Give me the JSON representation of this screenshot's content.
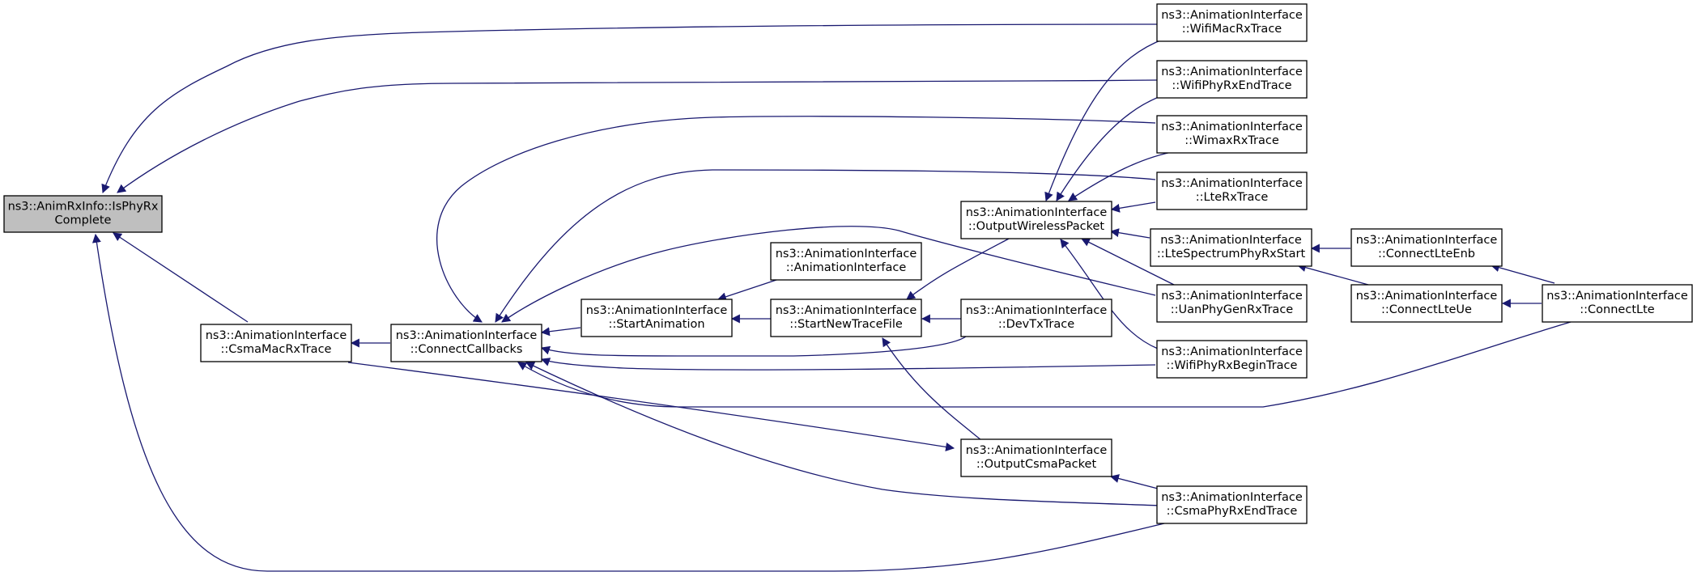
{
  "graph": {
    "edge_color": "#191970",
    "current_node_fill": "#bfbfbf",
    "nodes": {
      "isphyrx": {
        "line1": "ns3::AnimRxInfo::IsPhyRx",
        "line2": "Complete",
        "current": true
      },
      "csmamac": {
        "line1": "ns3::AnimationInterface",
        "line2": "::CsmaMacRxTrace"
      },
      "connectcb": {
        "line1": "ns3::AnimationInterface",
        "line2": "::ConnectCallbacks"
      },
      "startanim": {
        "line1": "ns3::AnimationInterface",
        "line2": "::StartAnimation"
      },
      "animiface": {
        "line1": "ns3::AnimationInterface",
        "line2": "::AnimationInterface"
      },
      "newtrace": {
        "line1": "ns3::AnimationInterface",
        "line2": "::StartNewTraceFile"
      },
      "devtx": {
        "line1": "ns3::AnimationInterface",
        "line2": "::DevTxTrace"
      },
      "wirelesspkt": {
        "line1": "ns3::AnimationInterface",
        "line2": "::OutputWirelessPacket"
      },
      "csmapkt": {
        "line1": "ns3::AnimationInterface",
        "line2": "::OutputCsmaPacket"
      },
      "wifimac": {
        "line1": "ns3::AnimationInterface",
        "line2": "::WifiMacRxTrace"
      },
      "wifiphyend": {
        "line1": "ns3::AnimationInterface",
        "line2": "::WifiPhyRxEndTrace"
      },
      "wimax": {
        "line1": "ns3::AnimationInterface",
        "line2": "::WimaxRxTrace"
      },
      "lterx": {
        "line1": "ns3::AnimationInterface",
        "line2": "::LteRxTrace"
      },
      "ltespec": {
        "line1": "ns3::AnimationInterface",
        "line2": "::LteSpectrumPhyRxStart"
      },
      "uan": {
        "line1": "ns3::AnimationInterface",
        "line2": "::UanPhyGenRxTrace"
      },
      "wifiphybegin": {
        "line1": "ns3::AnimationInterface",
        "line2": "::WifiPhyRxBeginTrace"
      },
      "csmaphyend": {
        "line1": "ns3::AnimationInterface",
        "line2": "::CsmaPhyRxEndTrace"
      },
      "ltenb": {
        "line1": "ns3::AnimationInterface",
        "line2": "::ConnectLteEnb"
      },
      "lteue": {
        "line1": "ns3::AnimationInterface",
        "line2": "::ConnectLteUe"
      },
      "connectlte": {
        "line1": "ns3::AnimationInterface",
        "line2": "::ConnectLte"
      }
    },
    "edges": [
      {
        "from": "wifimac",
        "to": "isphyrx"
      },
      {
        "from": "wifiphyend",
        "to": "isphyrx"
      },
      {
        "from": "csmamac",
        "to": "isphyrx"
      },
      {
        "from": "csmaphyend",
        "to": "isphyrx"
      },
      {
        "from": "connectcb",
        "to": "csmamac"
      },
      {
        "from": "startanim",
        "to": "connectcb"
      },
      {
        "from": "newtrace",
        "to": "startanim"
      },
      {
        "from": "animiface",
        "to": "startanim"
      },
      {
        "from": "devtx",
        "to": "newtrace"
      },
      {
        "from": "wirelesspkt",
        "to": "newtrace"
      },
      {
        "from": "csmapkt",
        "to": "newtrace"
      },
      {
        "from": "devtx",
        "to": "connectcb"
      },
      {
        "from": "wifimac",
        "to": "wirelesspkt"
      },
      {
        "from": "wifiphyend",
        "to": "wirelesspkt"
      },
      {
        "from": "wimax",
        "to": "wirelesspkt"
      },
      {
        "from": "lterx",
        "to": "wirelesspkt"
      },
      {
        "from": "ltespec",
        "to": "wirelesspkt"
      },
      {
        "from": "uan",
        "to": "wirelesspkt"
      },
      {
        "from": "wifiphybegin",
        "to": "wirelesspkt"
      },
      {
        "from": "wimax",
        "to": "connectcb"
      },
      {
        "from": "lterx",
        "to": "connectcb"
      },
      {
        "from": "uan",
        "to": "connectcb"
      },
      {
        "from": "wifiphybegin",
        "to": "connectcb"
      },
      {
        "from": "csmaphyend",
        "to": "connectcb"
      },
      {
        "from": "csmamac",
        "to": "csmapkt"
      },
      {
        "from": "csmaphyend",
        "to": "csmapkt"
      },
      {
        "from": "ltenb",
        "to": "ltespec"
      },
      {
        "from": "lteue",
        "to": "ltespec"
      },
      {
        "from": "connectlte",
        "to": "ltenb"
      },
      {
        "from": "connectlte",
        "to": "lteue"
      },
      {
        "from": "connectlte",
        "to": "connectcb"
      }
    ]
  }
}
